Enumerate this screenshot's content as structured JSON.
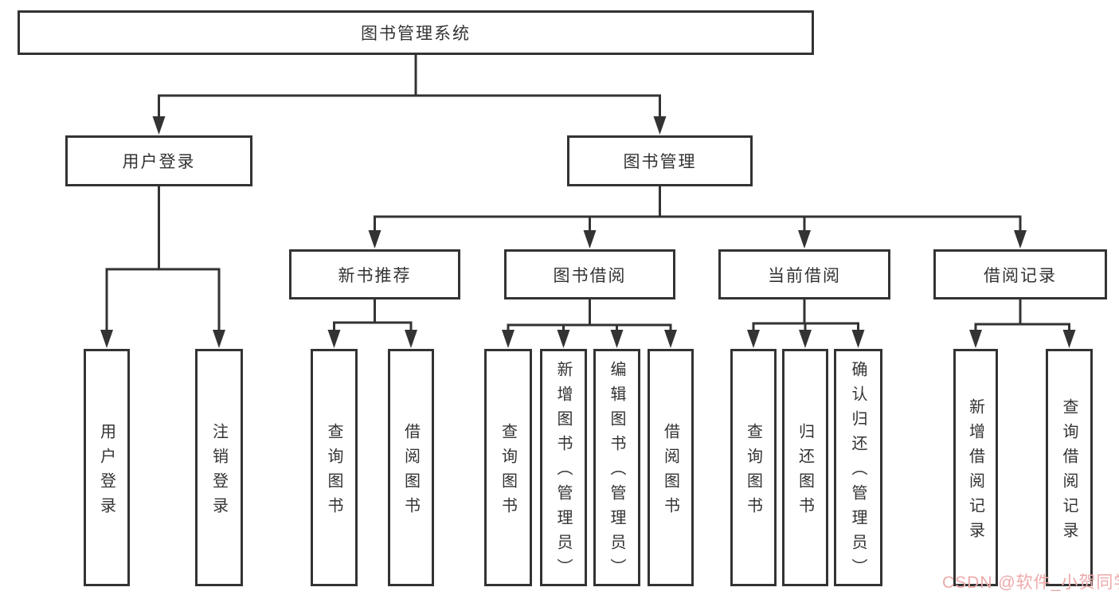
{
  "diagram": {
    "title": "图书管理系统",
    "nodes": [
      {
        "id": "root",
        "label": "图书管理系统",
        "parent": null
      },
      {
        "id": "user-login-group",
        "label": "用户登录",
        "parent": "root"
      },
      {
        "id": "book-mgmt",
        "label": "图书管理",
        "parent": "root"
      },
      {
        "id": "user-login",
        "label": "用户登录",
        "parent": "user-login-group"
      },
      {
        "id": "logout",
        "label": "注销登录",
        "parent": "user-login-group"
      },
      {
        "id": "new-book-rec",
        "label": "新书推荐",
        "parent": "book-mgmt"
      },
      {
        "id": "book-borrow",
        "label": "图书借阅",
        "parent": "book-mgmt"
      },
      {
        "id": "current-borrow",
        "label": "当前借阅",
        "parent": "book-mgmt"
      },
      {
        "id": "borrow-records",
        "label": "借阅记录",
        "parent": "book-mgmt"
      },
      {
        "id": "nbr-query-books",
        "label": "查询图书",
        "parent": "new-book-rec"
      },
      {
        "id": "nbr-borrow-books",
        "label": "借阅图书",
        "parent": "new-book-rec"
      },
      {
        "id": "bb-query-books",
        "label": "查询图书",
        "parent": "book-borrow"
      },
      {
        "id": "bb-add-books",
        "label": "新增图书（管理员）",
        "parent": "book-borrow"
      },
      {
        "id": "bb-edit-books",
        "label": "编辑图书（管理员）",
        "parent": "book-borrow"
      },
      {
        "id": "bb-borrow-books",
        "label": "借阅图书",
        "parent": "book-borrow"
      },
      {
        "id": "cb-query-books",
        "label": "查询图书",
        "parent": "current-borrow"
      },
      {
        "id": "cb-return-books",
        "label": "归还图书",
        "parent": "current-borrow"
      },
      {
        "id": "cb-confirm-return",
        "label": "确认归还（管理员）",
        "parent": "current-borrow"
      },
      {
        "id": "br-add-record",
        "label": "新增借阅记录",
        "parent": "borrow-records"
      },
      {
        "id": "br-query-record",
        "label": "查询借阅记录",
        "parent": "borrow-records"
      }
    ]
  },
  "watermark": {
    "text": "CSDN @软件_小贺同学"
  },
  "colors": {
    "line": "#333333",
    "text": "#333333",
    "box_border": "#333333",
    "box_background": "#ffffff",
    "page_background": "#ffffff",
    "watermark": "#eda9a9"
  }
}
